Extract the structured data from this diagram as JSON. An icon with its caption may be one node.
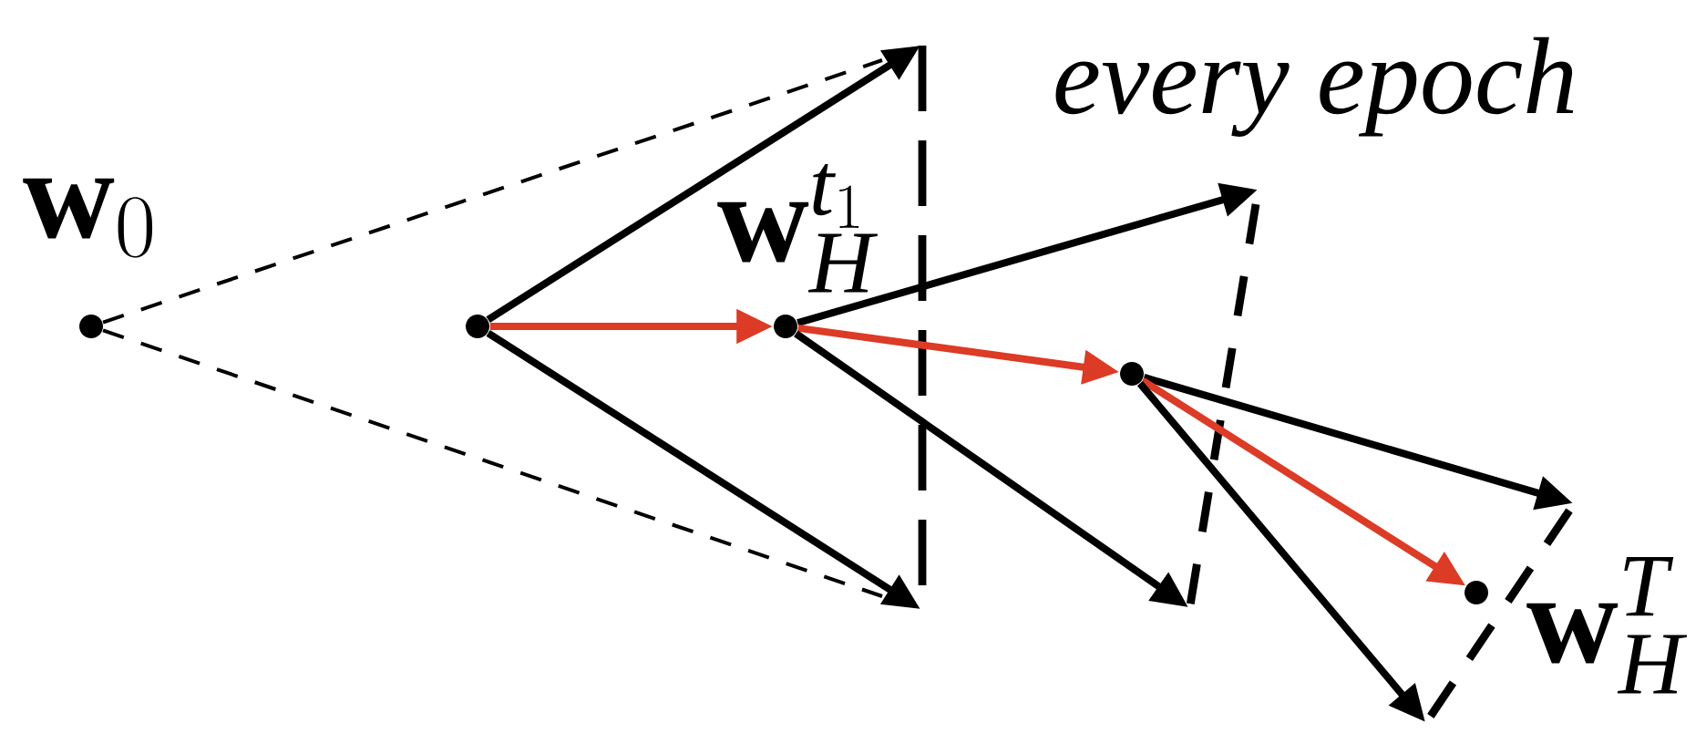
{
  "diagram": {
    "nodes": [
      {
        "text": [],
        "shape": "circle",
        "beside": [
          "\\mathbf{w}_0"
        ]
      },
      {
        "text": [],
        "shape": "circle"
      },
      {
        "text": [],
        "shape": "circle",
        "beside": [
          "\\mathbf{w}_H^{t_1}"
        ]
      },
      {
        "text": [],
        "shape": "circle"
      },
      {
        "text": [],
        "shape": "circle",
        "beside": [
          "\\mathbf{w}_H^T"
        ]
      }
    ],
    "edges": [
      {
        "from": 0,
        "to": null,
        "arrow": "none",
        "style": "dashed"
      },
      {
        "from": 0,
        "to": null,
        "arrow": "none",
        "style": "dashed"
      },
      {
        "from": 1,
        "to": null,
        "arrow": "to"
      },
      {
        "from": 1,
        "to": 2,
        "arrow": "to",
        "color": "#dc3b26"
      },
      {
        "from": 1,
        "to": null,
        "arrow": "to"
      },
      {
        "from": 2,
        "to": null,
        "arrow": "to"
      },
      {
        "from": 2,
        "to": 3,
        "arrow": "to",
        "color": "#dc3b26"
      },
      {
        "from": 2,
        "to": null,
        "arrow": "to"
      },
      {
        "from": 3,
        "to": null,
        "arrow": "to"
      },
      {
        "from": 3,
        "to": 4,
        "arrow": "to",
        "color": "#dc3b26"
      },
      {
        "from": 3,
        "to": null,
        "arrow": "to"
      }
    ],
    "labels": [
      "every epoch"
    ]
  }
}
